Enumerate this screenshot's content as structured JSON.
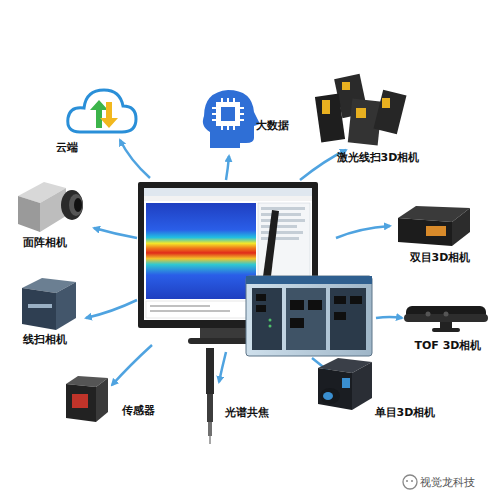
{
  "diagram": {
    "nodes": [
      {
        "text": [
          "云端"
        ]
      },
      {
        "text": [
          "大数据"
        ]
      },
      {
        "text": [
          "激光线扫3D相机"
        ]
      },
      {
        "text": [
          "面阵相机"
        ]
      },
      {
        "text": [
          "双目3D相机"
        ]
      },
      {
        "text": [
          "线扫相机"
        ]
      },
      {
        "text": [
          "TOF 3D相机"
        ]
      },
      {
        "text": [
          "传感器"
        ]
      },
      {
        "text": [
          "光谱共焦"
        ]
      },
      {
        "text": [
          "单目3D相机"
        ]
      }
    ],
    "labels": [
      "视觉龙科技"
    ]
  }
}
